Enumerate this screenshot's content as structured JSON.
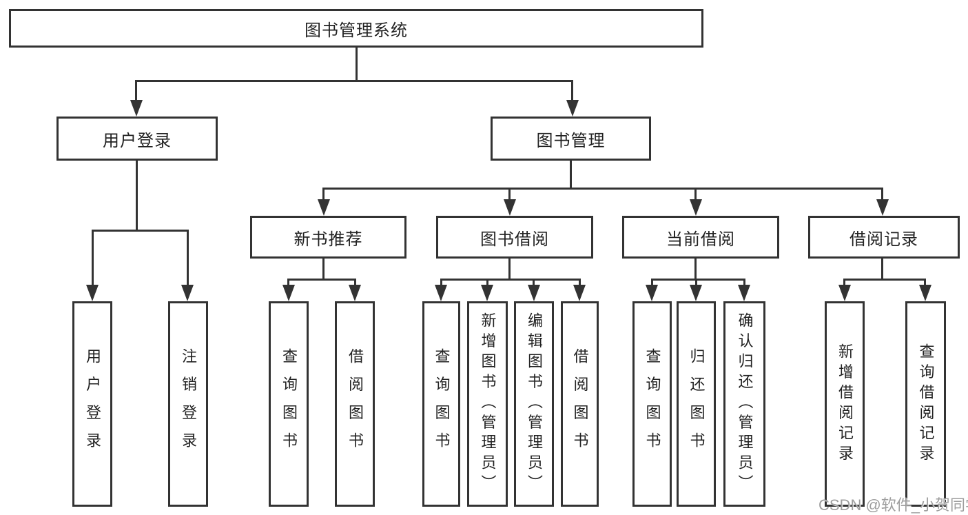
{
  "diagram": {
    "root": {
      "label": "图书管理系统"
    },
    "level2": [
      {
        "id": "user-login",
        "label": "用户登录"
      },
      {
        "id": "book-management",
        "label": "图书管理"
      }
    ],
    "level3": [
      {
        "id": "new-book-recommendation",
        "label": "新书推荐"
      },
      {
        "id": "book-borrowing",
        "label": "图书借阅"
      },
      {
        "id": "current-borrowing",
        "label": "当前借阅"
      },
      {
        "id": "borrowing-records",
        "label": "借阅记录"
      }
    ],
    "leaves": {
      "user_login": [
        "用户登录",
        "注销登录"
      ],
      "new_book": [
        "查询图书",
        "借阅图书"
      ],
      "book_borrow": [
        "查询图书",
        "新增图书（管理员）",
        "编辑图书（管理员）",
        "借阅图书"
      ],
      "current_borrow": [
        "查询图书",
        "归还图书",
        "确认归还（管理员）"
      ],
      "borrow_records": [
        "新增借阅记录",
        "查询借阅记录"
      ]
    },
    "colors": {
      "line": "#333333",
      "text": "#222222",
      "background": "#ffffff",
      "watermark": "#9e9e9e"
    }
  },
  "watermark": {
    "text": "CSDN @软件_小贺同学"
  }
}
